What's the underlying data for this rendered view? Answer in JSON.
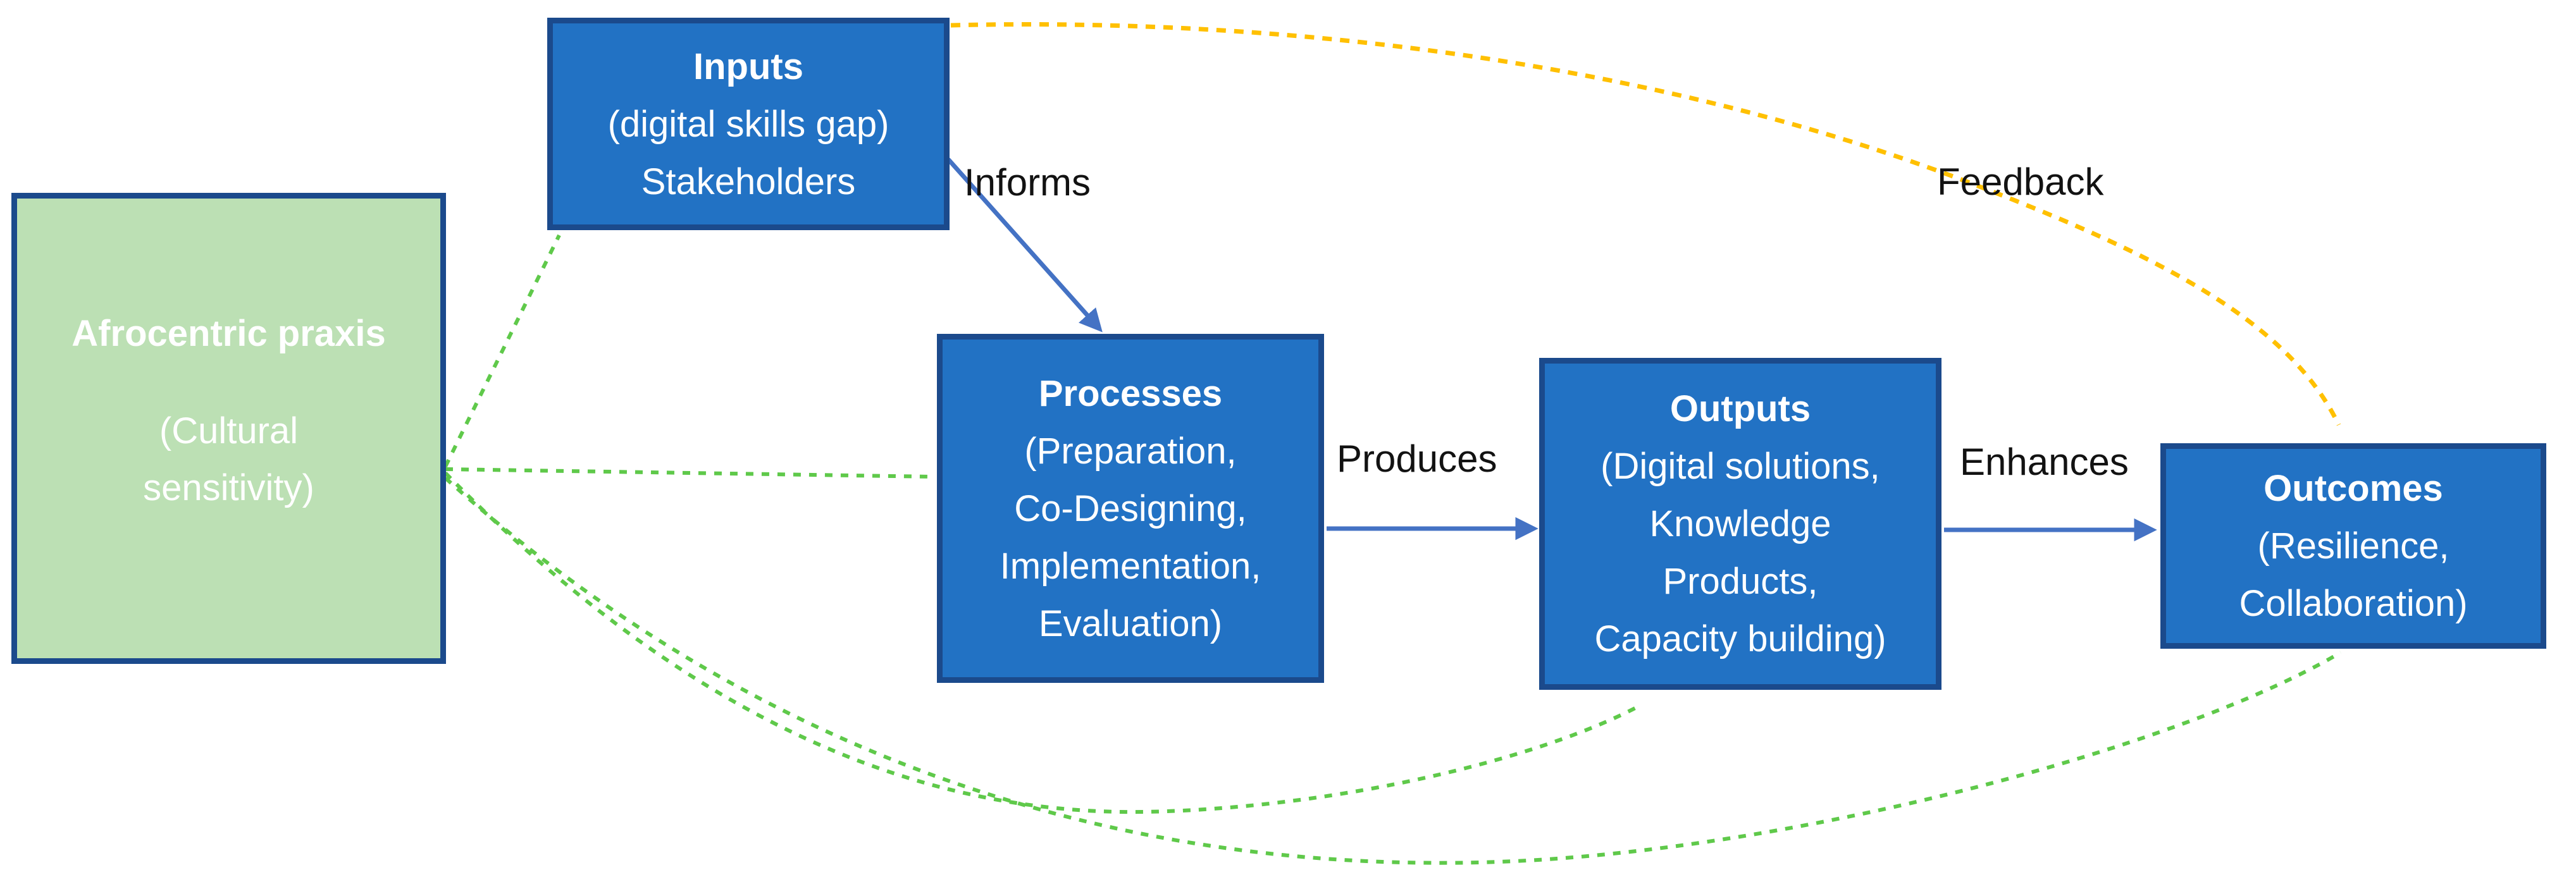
{
  "nodes": {
    "afrocentric": {
      "title": "Afrocentric praxis",
      "lines": [
        "(Cultural",
        "sensitivity)"
      ]
    },
    "inputs": {
      "title": "Inputs",
      "lines": [
        "(digital skills gap)",
        "Stakeholders"
      ]
    },
    "processes": {
      "title": "Processes",
      "lines": [
        "(Preparation,",
        "Co-Designing,",
        "Implementation,",
        "Evaluation)"
      ]
    },
    "outputs": {
      "title": "Outputs",
      "lines": [
        "(Digital solutions,",
        "Knowledge",
        "Products,",
        "Capacity building)"
      ]
    },
    "outcomes": {
      "title": "Outcomes",
      "lines": [
        "(Resilience,",
        "Collaboration)"
      ]
    }
  },
  "edges": {
    "informs": "Informs",
    "produces": "Produces",
    "enhances": "Enhances",
    "feedback": "Feedback"
  },
  "colors": {
    "node_fill_blue": "#2272C4",
    "node_fill_green": "#BCE0B4",
    "node_border": "#1B4A8C",
    "node_text": "#FFFFFF",
    "arrow_blue": "#4472C4",
    "dashed_green": "#5FC94A",
    "dashed_yellow": "#FFC000",
    "label_text": "#121212",
    "background": "#FFFFFF"
  }
}
